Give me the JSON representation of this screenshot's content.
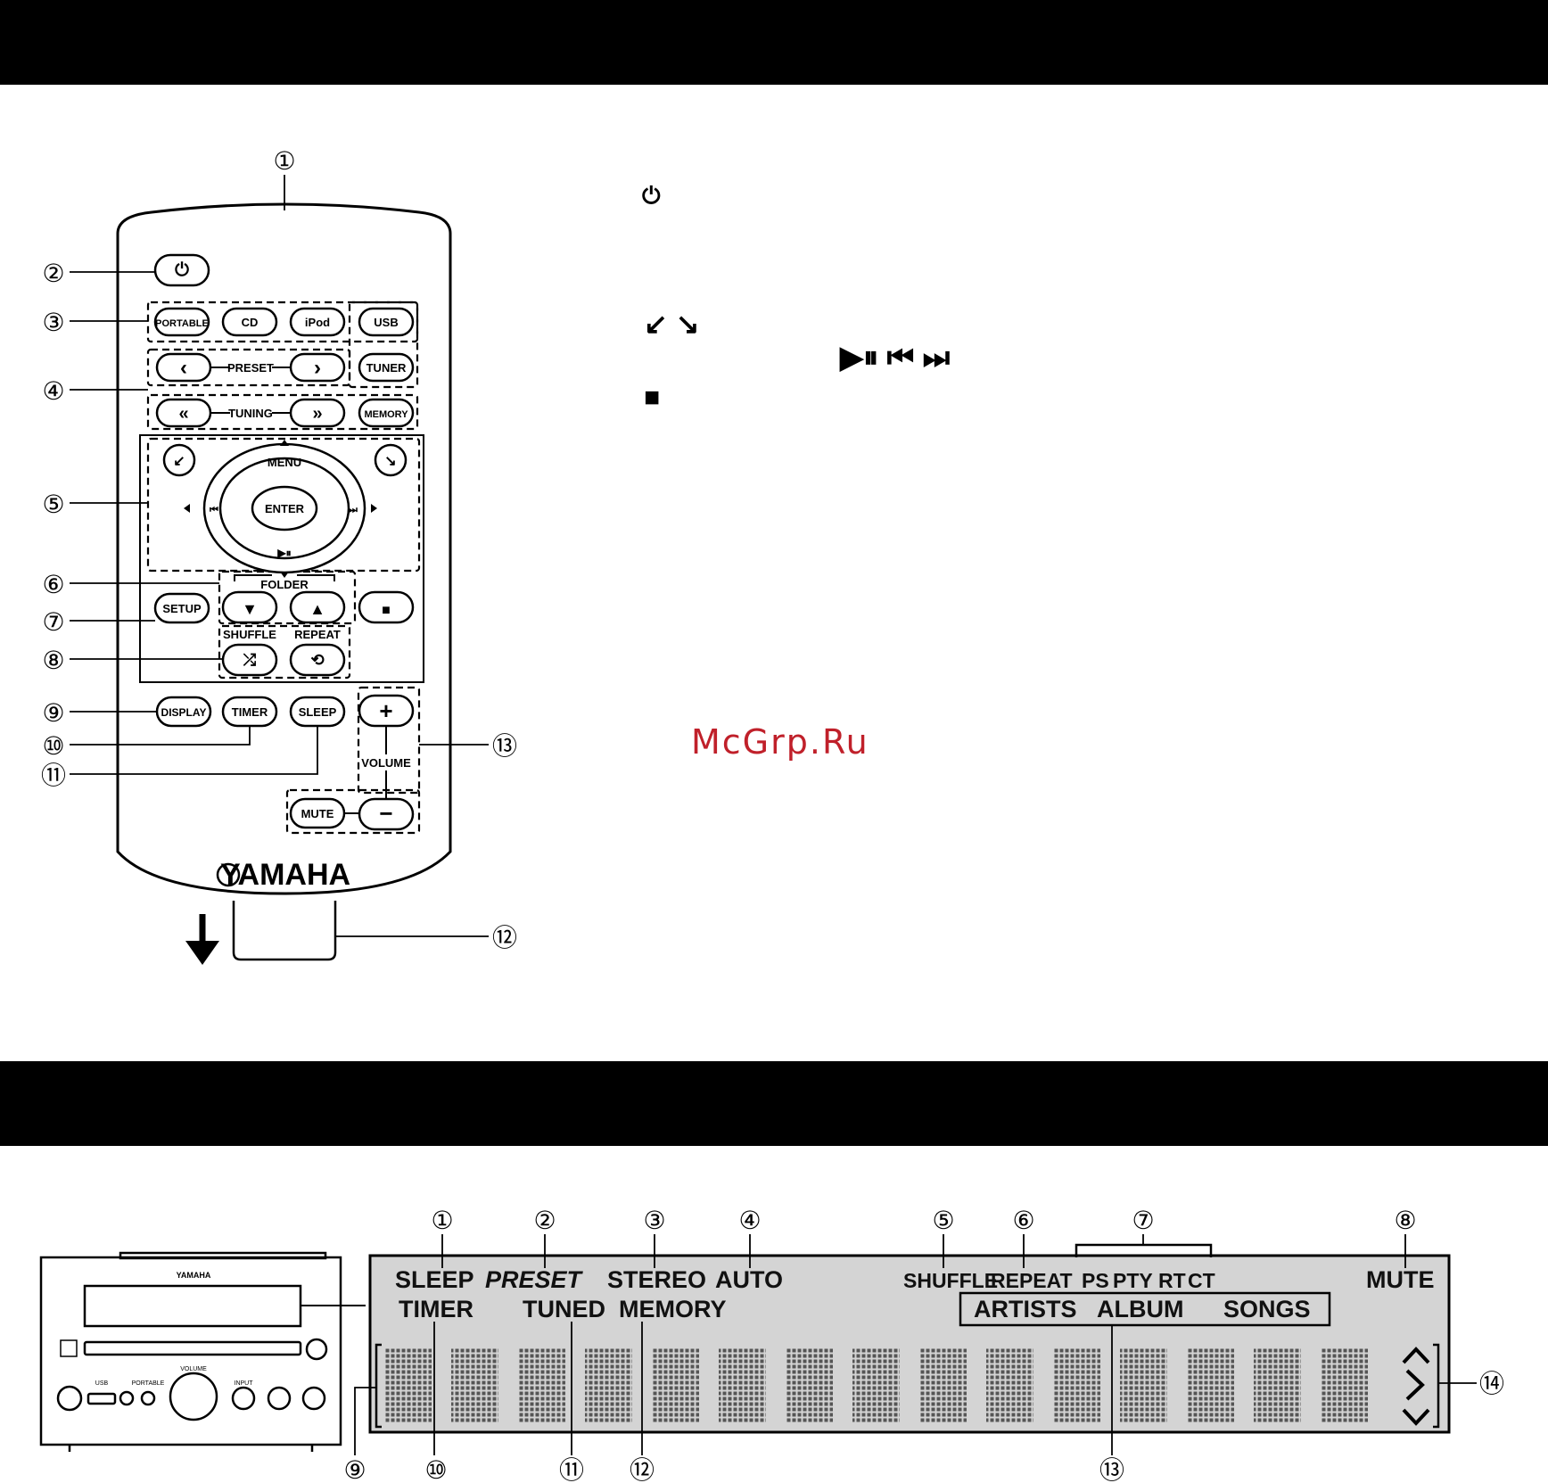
{
  "remote": {
    "brand": "YAMAHA",
    "buttons": {
      "power": "⏻",
      "portable": "PORTABLE",
      "cd": "CD",
      "ipod": "iPod",
      "usb": "USB",
      "tuner": "TUNER",
      "memory": "MEMORY",
      "preset_label": "PRESET",
      "tuning_label": "TUNING",
      "menu": "MENU",
      "enter": "ENTER",
      "setup": "SETUP",
      "folder_label": "FOLDER",
      "shuffle": "SHUFFLE",
      "repeat": "REPEAT",
      "display": "DISPLAY",
      "timer": "TIMER",
      "sleep": "SLEEP",
      "volume_label": "VOLUME",
      "mute": "MUTE",
      "preset_prev": "‹",
      "preset_next": "›",
      "tuning_prev": "«",
      "tuning_next": "»",
      "vol_up": "+",
      "vol_down": "−",
      "play_pause": "▶⏸",
      "skip_prev": "⏮",
      "skip_next": "⏭",
      "stop": "■"
    },
    "callouts": [
      "①",
      "②",
      "③",
      "④",
      "⑤",
      "⑥",
      "⑦",
      "⑧",
      "⑨",
      "⑩",
      "⑪",
      "⑫",
      "⑬"
    ]
  },
  "legend_symbols": {
    "power": "⏻",
    "arrows": "↙ ↘",
    "transport": "▶⏸ ⏮ ⏭",
    "stop": "■"
  },
  "watermark": "McGrp.Ru",
  "unit": {
    "brand": "YAMAHA",
    "labels": [
      "USB",
      "PORTABLE",
      "VOLUME",
      "INPUT"
    ]
  },
  "display": {
    "indicators_row1": [
      "SLEEP",
      "PRESET",
      "STEREO",
      "AUTO",
      "SHUFFLE",
      "REPEAT",
      "PS",
      "PTY",
      "RT",
      "CT",
      "MUTE"
    ],
    "indicators_row2": [
      "TIMER",
      "TUNED",
      "MEMORY"
    ],
    "music_labels": [
      "ARTISTS",
      "ALBUM",
      "SONGS"
    ],
    "callouts": [
      "①",
      "②",
      "③",
      "④",
      "⑤",
      "⑥",
      "⑦",
      "⑧",
      "⑨",
      "⑩",
      "⑪",
      "⑫",
      "⑬",
      "⑭"
    ]
  }
}
